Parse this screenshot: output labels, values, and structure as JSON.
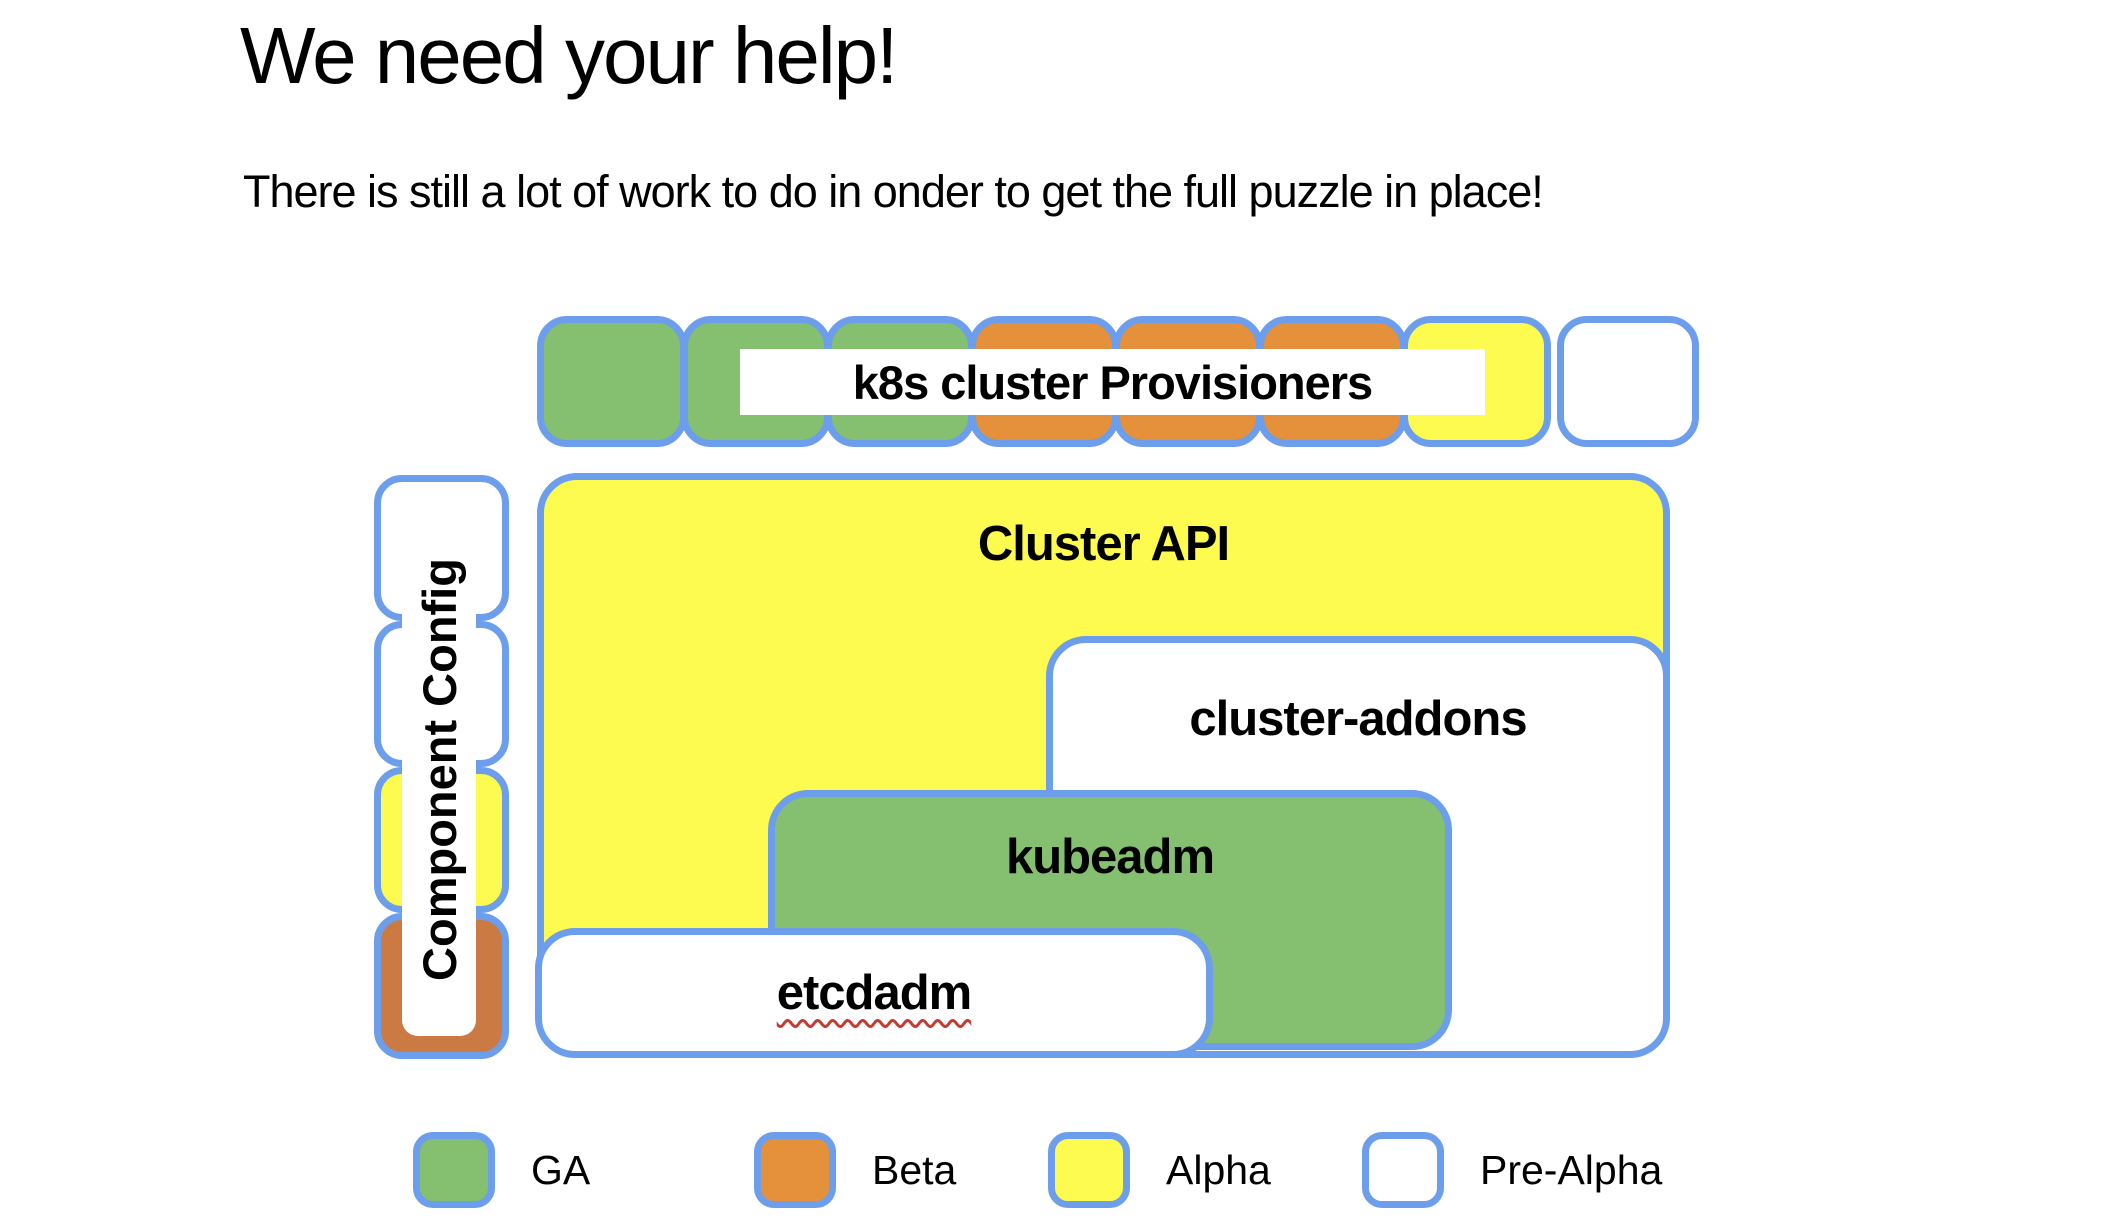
{
  "page": {
    "title": "We need your help!",
    "subtitle": "There is still a lot of work to do in onder to get the full puzzle in place!"
  },
  "colors": {
    "ga": "#85BF70",
    "beta": "#E5913B",
    "alpha": "#FDFB4F",
    "pre_alpha": "#FFFFFF",
    "beta_dark": "#CB7A43",
    "border": "#6D9EEB",
    "squiggle": "#C43B31"
  },
  "provisioners": {
    "label": "k8s cluster Provisioners",
    "squares": [
      "ga",
      "ga",
      "ga",
      "beta",
      "beta",
      "beta",
      "alpha",
      "pre_alpha"
    ]
  },
  "component_config": {
    "label": "Component Config",
    "squares": [
      "pre_alpha",
      "pre_alpha",
      "alpha",
      "beta_dark"
    ]
  },
  "boxes": [
    {
      "id": "cluster-api",
      "label": "Cluster API",
      "status": "alpha",
      "misspelled": false
    },
    {
      "id": "cluster-addons",
      "label": "cluster-addons",
      "status": "pre_alpha",
      "misspelled": false
    },
    {
      "id": "kubeadm",
      "label": "kubeadm",
      "status": "ga",
      "misspelled": false
    },
    {
      "id": "etcdadm",
      "label": "etcdadm",
      "status": "pre_alpha",
      "misspelled": true
    }
  ],
  "legend": {
    "items": [
      {
        "label": "GA",
        "status": "ga"
      },
      {
        "label": "Beta",
        "status": "beta"
      },
      {
        "label": "Alpha",
        "status": "alpha"
      },
      {
        "label": "Pre-Alpha",
        "status": "pre_alpha"
      }
    ]
  }
}
